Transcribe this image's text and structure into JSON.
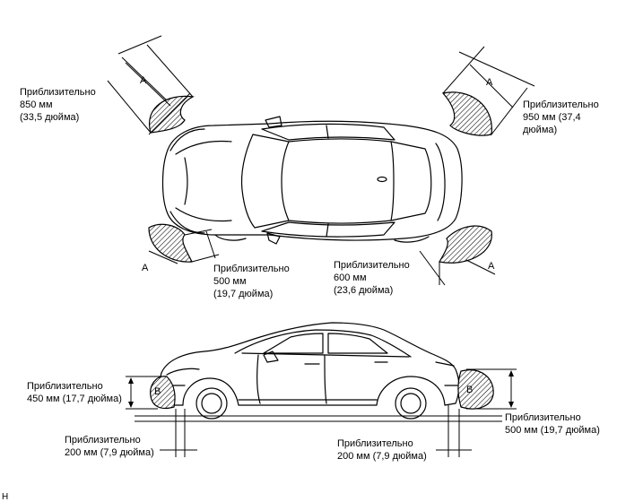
{
  "labels": {
    "front_left_top": [
      "Приблизительно",
      "850 мм",
      "(33,5 дюйма)"
    ],
    "front_right_top": [
      "Приблизительно",
      "950 мм (37,4",
      "дюйма)"
    ],
    "rear_left_top": [
      "Приблизительно",
      "500 мм",
      "(19,7 дюйма)"
    ],
    "rear_right_top": [
      "Приблизительно",
      "600 мм",
      "(23,6 дюйма)"
    ],
    "side_front_height": [
      "Приблизительно",
      "450 мм (17,7 дюйма)"
    ],
    "side_rear_height": [
      "Приблизительно",
      "500 мм (19,7 дюйма)"
    ],
    "side_front_distance": [
      "Приблизительно",
      "200 мм (7,9 дюйма)"
    ],
    "side_rear_distance": [
      "Приблизительно",
      "200 мм (7,9 дюйма)"
    ]
  },
  "tags": {
    "a": "A",
    "b": "B"
  },
  "corner_mark": "H"
}
